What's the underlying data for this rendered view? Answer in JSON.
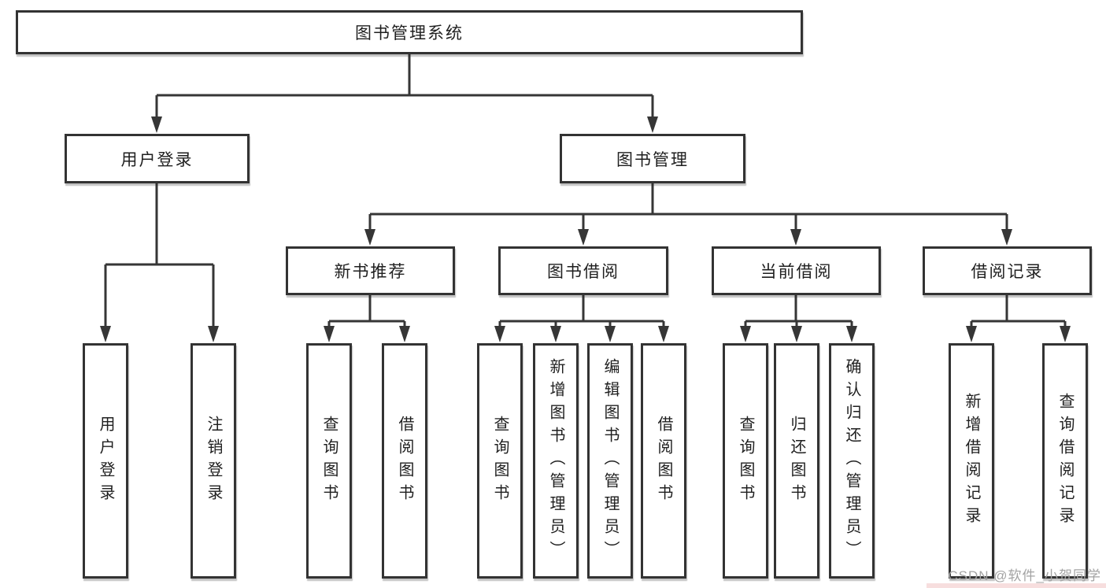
{
  "diagram": {
    "type": "tree",
    "root": "图书管理系统",
    "level2": [
      "用户登录",
      "图书管理"
    ],
    "level3": [
      "新书推荐",
      "图书借阅",
      "当前借阅",
      "借阅记录"
    ],
    "leaves": [
      "用户登录",
      "注销登录",
      "查询图书",
      "借阅图书",
      "查询图书",
      "新增图书（管理员）",
      "编辑图书（管理员）",
      "借阅图书",
      "查询图书",
      "归还图书",
      "确认归还（管理员）",
      "新增借阅记录",
      "查询借阅记录"
    ],
    "hierarchy": {
      "图书管理系统": [
        "用户登录",
        "图书管理"
      ],
      "用户登录": [
        "用户登录",
        "注销登录"
      ],
      "图书管理": [
        "新书推荐",
        "图书借阅",
        "当前借阅",
        "借阅记录"
      ],
      "新书推荐": [
        "查询图书",
        "借阅图书"
      ],
      "图书借阅": [
        "查询图书",
        "新增图书（管理员）",
        "编辑图书（管理员）",
        "借阅图书"
      ],
      "当前借阅": [
        "查询图书",
        "归还图书",
        "确认归还（管理员）"
      ],
      "借阅记录": [
        "新增借阅记录",
        "查询借阅记录"
      ]
    },
    "colors": {
      "line": "#363636",
      "box_border": "#333333",
      "text": "#1f1f1f",
      "watermark_text": "#a3a3a3",
      "watermark_strip": "#f7dede"
    }
  },
  "watermark": "CSDN @软件_小贺同学"
}
